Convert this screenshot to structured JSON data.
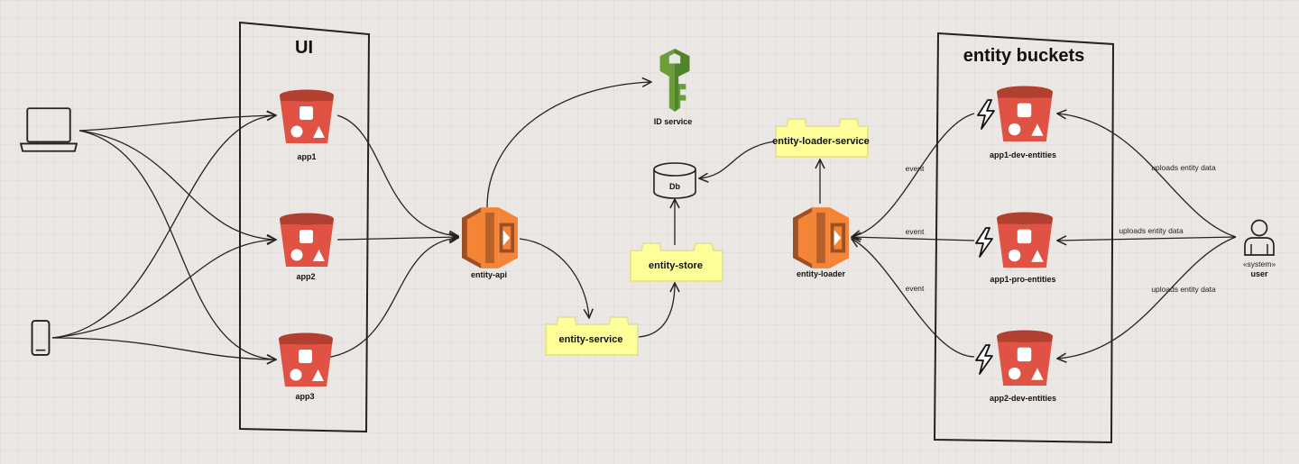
{
  "groups": {
    "ui": "UI",
    "buckets": "entity buckets"
  },
  "nodes": {
    "app1": "app1",
    "app2": "app2",
    "app3": "app3",
    "entity_api": "entity-api",
    "id_service": "ID service",
    "db": "Db",
    "entity_store": "entity-store",
    "entity_service": "entity-service",
    "entity_loader_service": "entity-loader-service",
    "entity_loader": "entity-loader",
    "app1_dev_entities": "app1-dev-entities",
    "app1_pro_entities": "app1-pro-entities",
    "app2_dev_entities": "app2-dev-entities",
    "user_stereotype": "«system»",
    "user": "user"
  },
  "edges": {
    "event_top": "event",
    "event_mid": "event",
    "event_bot": "event",
    "uploads_top": "uploads entity data",
    "uploads_mid": "uploads entity data",
    "uploads_bot": "uploads entity data"
  },
  "icons": {
    "laptop": "laptop-icon",
    "phone": "phone-icon",
    "bucket": "s3-bucket-icon",
    "lambda": "lambda-icon",
    "key": "key-icon",
    "database": "database-icon",
    "component": "component-icon",
    "event": "lightning-icon",
    "actor": "user-actor-icon"
  },
  "colors": {
    "bucket": "#e05243",
    "bucket_dark": "#8c3123",
    "lambda": "#f58536",
    "lambda_dark": "#9d5025",
    "key": "#6b9d3a",
    "key_dark": "#3c6e1e",
    "component_fill": "#ffff99",
    "component_stroke": "#e3e39a",
    "background": "#ebe7e4"
  }
}
